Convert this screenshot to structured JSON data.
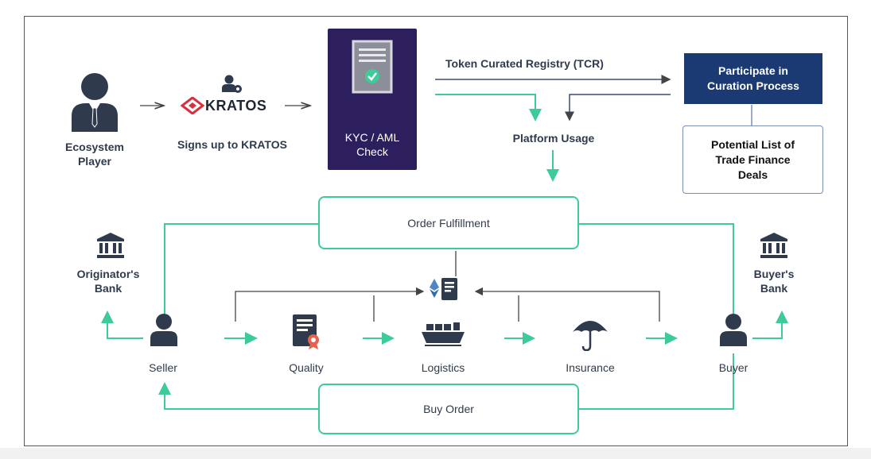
{
  "nodes": {
    "ecosystem_player": "Ecosystem\nPlayer",
    "kratos_logo": "KRATOS",
    "signs_up": "Signs up to KRATOS",
    "kyc": "KYC / AML\nCheck",
    "tcr": "Token Curated Registry (TCR)",
    "participate": "Participate in\nCuration Process",
    "potential_list": "Potential List of\nTrade Finance\nDeals",
    "platform_usage": "Platform Usage",
    "order_fulfillment": "Order Fulfillment",
    "originators_bank": "Originator's\nBank",
    "buyers_bank": "Buyer's\nBank",
    "seller": "Seller",
    "quality": "Quality",
    "logistics": "Logistics",
    "insurance": "Insurance",
    "buyer": "Buyer",
    "buy_order": "Buy Order"
  },
  "colors": {
    "green": "#3dcc99",
    "navy": "#1b3a73",
    "purple": "#2d1f5e",
    "icon": "#2f3b4c",
    "kratos_red": "#d9303f"
  },
  "icons": [
    "user-icon",
    "kratos-user-icon",
    "document-check-icon",
    "bank-icon",
    "blockchain-ledger-icon",
    "certificate-icon",
    "cargo-ship-icon",
    "umbrella-icon"
  ]
}
